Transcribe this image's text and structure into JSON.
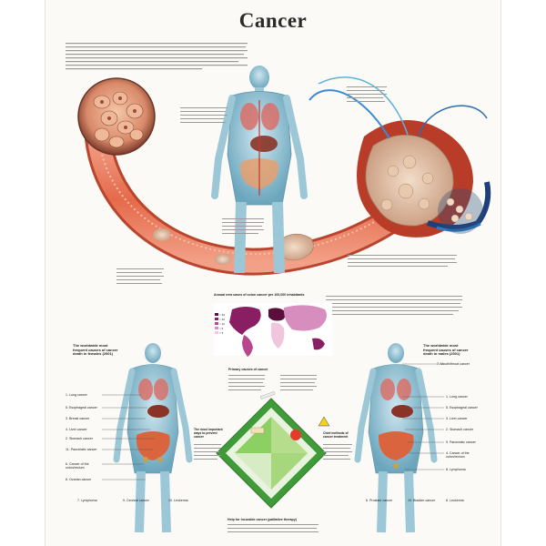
{
  "poster": {
    "title": "Cancer",
    "map_title": "Annual new cases of colon cancer per 100,000 inhabitants",
    "primary_causes_title": "Primary causes of cancer",
    "legend": [
      "> 40",
      "> 20",
      "> 10",
      "> 5",
      "< 5"
    ],
    "legend_colors": [
      "#5a0f3a",
      "#8a1e63",
      "#b8478e",
      "#d78dbd",
      "#f0c6dd"
    ],
    "left_figure_heading": [
      "The worldwide most",
      "frequent causes of cancer",
      "death in females (2001)"
    ],
    "right_figure_heading": [
      "The worldwide most",
      "frequent causes of cancer",
      "death in males (2001)"
    ],
    "left_labels": [
      "1. Lung cancer",
      "5. Esophageal cancer",
      "3. Breast cancer",
      "4. Liver cancer",
      "2. Stomach cancer",
      "11. Pancreatic cancer",
      "6. Cancer of the colon/rectum",
      "8. Ovarian cancer"
    ],
    "left_bottom": [
      "7. Lymphoma",
      "9. Cervical cancer",
      "10. Leukemia"
    ],
    "right_labels": [
      "7. Mouth/throat cancer",
      "1. Lung cancer",
      "5. Esophageal cancer",
      "3. Liver cancer",
      "2. Stomach cancer",
      "9. Pancreatic cancer",
      "4. Cancer of the colon/rectum",
      "8. Lymphoma"
    ],
    "right_bottom": [
      "6. Prostate cancer",
      "10. Bladder cancer",
      "8. Leukemia"
    ],
    "center_heading": [
      "The most important",
      "ways to prevent",
      "cancer"
    ],
    "center_right_heading": [
      "Chief methods of",
      "cancer treatment"
    ],
    "bottom_heading": "Help for incurable cancer (palliative therapy)"
  }
}
